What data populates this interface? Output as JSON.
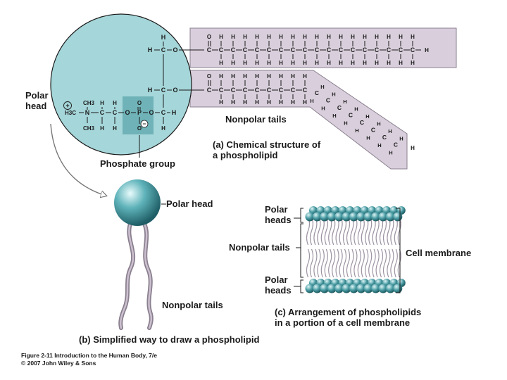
{
  "figure": {
    "labels": {
      "polar_head_left": "Polar\nhead",
      "nonpolar_tails_a": "Nonpolar tails",
      "phosphate_group": "Phosphate group",
      "polar_head_b": "Polar head",
      "nonpolar_tails_b": "Nonpolar tails",
      "polar_heads_top": "Polar\nheads",
      "nonpolar_tails_c": "Nonpolar tails",
      "polar_heads_bottom": "Polar\nheads",
      "cell_membrane": "Cell membrane"
    },
    "captions": {
      "a": "(a) Chemical structure of\n   a phospholipid",
      "b": "(b) Simplified way to draw a phospholipid",
      "c": "(c) Arrangement of phospholipids\n   in a portion of a cell membrane"
    },
    "chem": {
      "H": "H",
      "C": "C",
      "O": "O",
      "N": "N",
      "P": "P",
      "CH3": "CH3",
      "H3C": "H3C",
      "plus": "+",
      "minus": "−"
    },
    "footer": {
      "line1": "Figure 2-11  Introduction to the Human Body, 7/e",
      "line2": "© 2007 John Wiley & Sons"
    },
    "colors": {
      "head_fill": "#a5d6d9",
      "phosphate_box": "#6fb3b8",
      "tail_fill": "#d9cfdc",
      "tail_stroke": "#8a7f8f",
      "bead": "#4a9ca4"
    }
  }
}
